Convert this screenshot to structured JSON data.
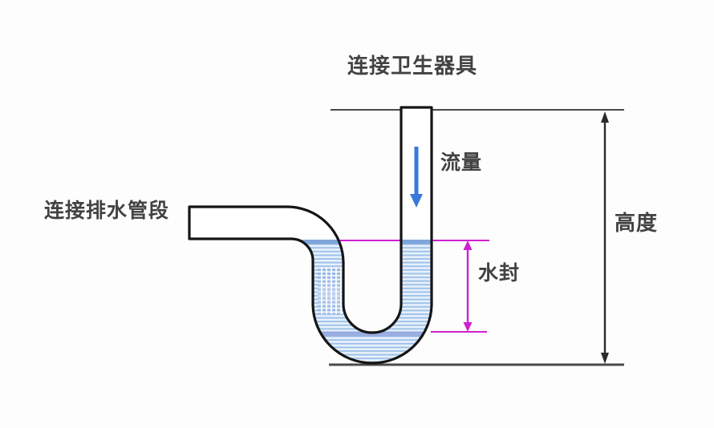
{
  "labels": {
    "fixture_connection": "连接卫生器具",
    "drain_connection": "连接排水管段",
    "flow": "流量",
    "water_seal": "水封",
    "height": "高度"
  },
  "annotations": {
    "flow_arrow": "downward-flow-direction",
    "seal_arrow": "water-seal-depth-dimension",
    "height_arrow": "total-trap-height-dimension",
    "water_level_line": "water-surface-level",
    "seal_bottom_line": "seal-lower-limit",
    "fixture_level_line": "fixture-connection-level",
    "ground_line": "trap-bottom-level"
  },
  "colors": {
    "pipe_outline": "#151515",
    "pipe_fill": "#ffffff",
    "water_base": "#e9f1fb",
    "water_stripe": "#9ec2ea",
    "water_surface": "#7ea6da",
    "flow_arrow": "#3a79d9",
    "seal_annotation": "#cf1fcf",
    "reference_line": "#4a4a4a",
    "dimension_arrow": "#2b2b2b",
    "text": "#424242",
    "background": "#fdfdfe"
  }
}
